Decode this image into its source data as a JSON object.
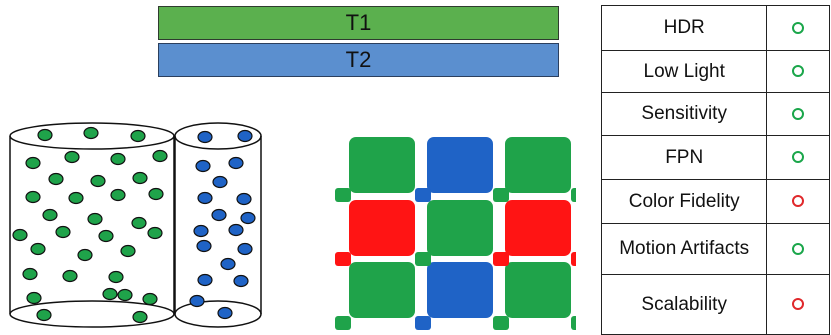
{
  "bars": {
    "top_label": "T1",
    "bottom_label": "T2",
    "top_color": "#5bb04e",
    "bottom_color": "#5b8fcf"
  },
  "colors": {
    "green": "#1fa34a",
    "blue": "#1f63c6",
    "red": "#ff1414",
    "ok": "#1aa64a",
    "fail": "#e0282b"
  },
  "features": [
    {
      "label": "HDR",
      "status": "ok"
    },
    {
      "label": "Low Light",
      "status": "ok"
    },
    {
      "label": "Sensitivity",
      "status": "ok"
    },
    {
      "label": "FPN",
      "status": "ok"
    },
    {
      "label": "Color Fidelity",
      "status": "fail"
    },
    {
      "label": "Motion Artifacts",
      "status": "ok"
    },
    {
      "label": "Scalability",
      "status": "fail"
    }
  ]
}
